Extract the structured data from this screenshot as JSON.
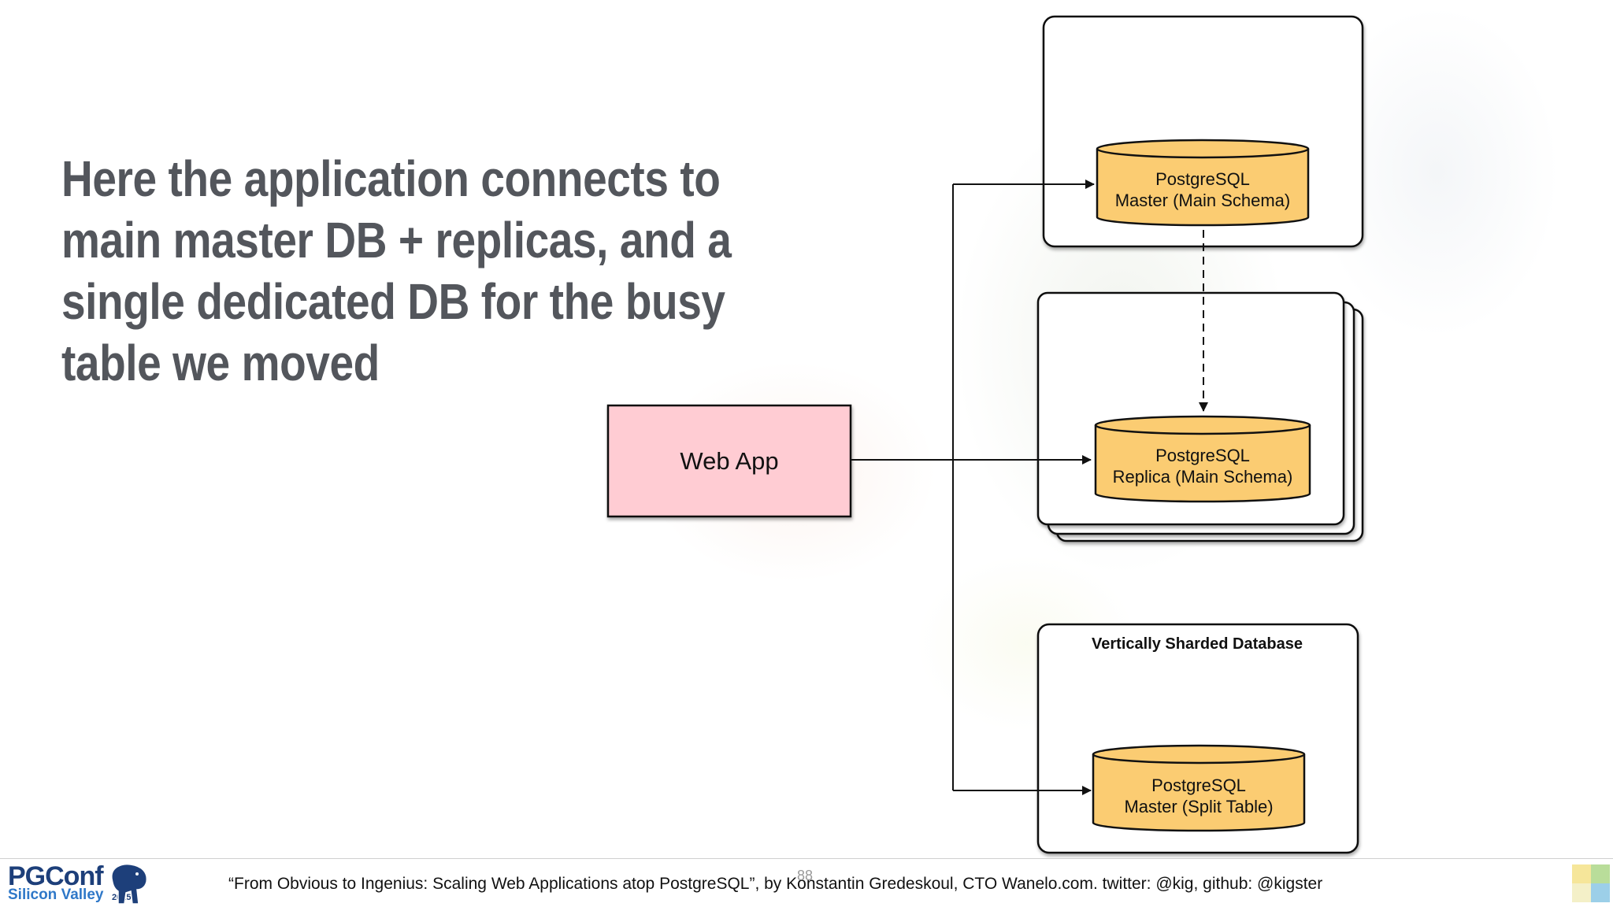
{
  "slide": {
    "title": "Here the application connects to main master DB + replicas, and a single dedicated DB for the busy table we moved",
    "page_number": "88"
  },
  "diagram": {
    "web_app_label": "Web App",
    "master_line1": "PostgreSQL",
    "master_line2": "Master (Main Schema)",
    "replica_line1": "PostgreSQL",
    "replica_line2": "Replica (Main Schema)",
    "shard_title": "Vertically Sharded Database",
    "split_line1": "PostgreSQL",
    "split_line2": "Master (Split Table)"
  },
  "footer": {
    "citation": "“From Obvious to Ingenius: Scaling Web Applications atop PostgreSQL”, by Konstantin Gredeskoul, CTO Wanelo.com. twitter: @kig, github: @kigster",
    "logo_main": "PGConf",
    "logo_sub": "Silicon Valley",
    "logo_year": "2015"
  },
  "colors": {
    "text_dark": "#53565c",
    "db_fill": "#fbcc72",
    "web_app_fill": "#ffccd3",
    "logo_blue": "#1d3f7a",
    "logo_light_blue": "#2f78c8"
  },
  "icons": [
    "postgres-elephant-icon",
    "corner-squares-icon"
  ]
}
